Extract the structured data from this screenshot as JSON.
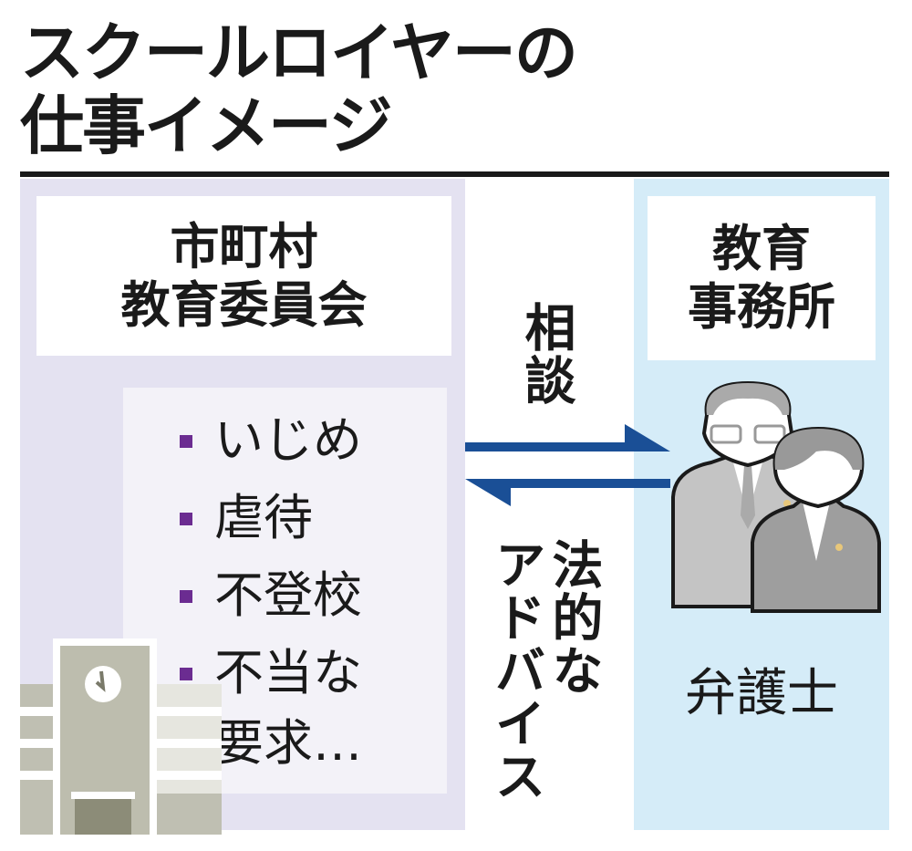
{
  "title": {
    "line1": "スクールロイヤーの",
    "line2": "仕事イメージ"
  },
  "left": {
    "heading_line1": "市町村",
    "heading_line2": "教育委員会",
    "items": [
      "いじめ",
      "虐待",
      "不登校",
      "不当な",
      "要求…"
    ]
  },
  "right": {
    "heading_line1": "教育",
    "heading_line2": "事務所",
    "lawyer_label": "弁護士"
  },
  "arrows": {
    "consult": "相談",
    "advice_line1": "法的な",
    "advice_line2": "アドバイス"
  },
  "colors": {
    "left_panel": "#e4e2f1",
    "right_panel": "#d5ecf8",
    "arrow": "#1a4f96",
    "bullet": "#6b2c91"
  }
}
